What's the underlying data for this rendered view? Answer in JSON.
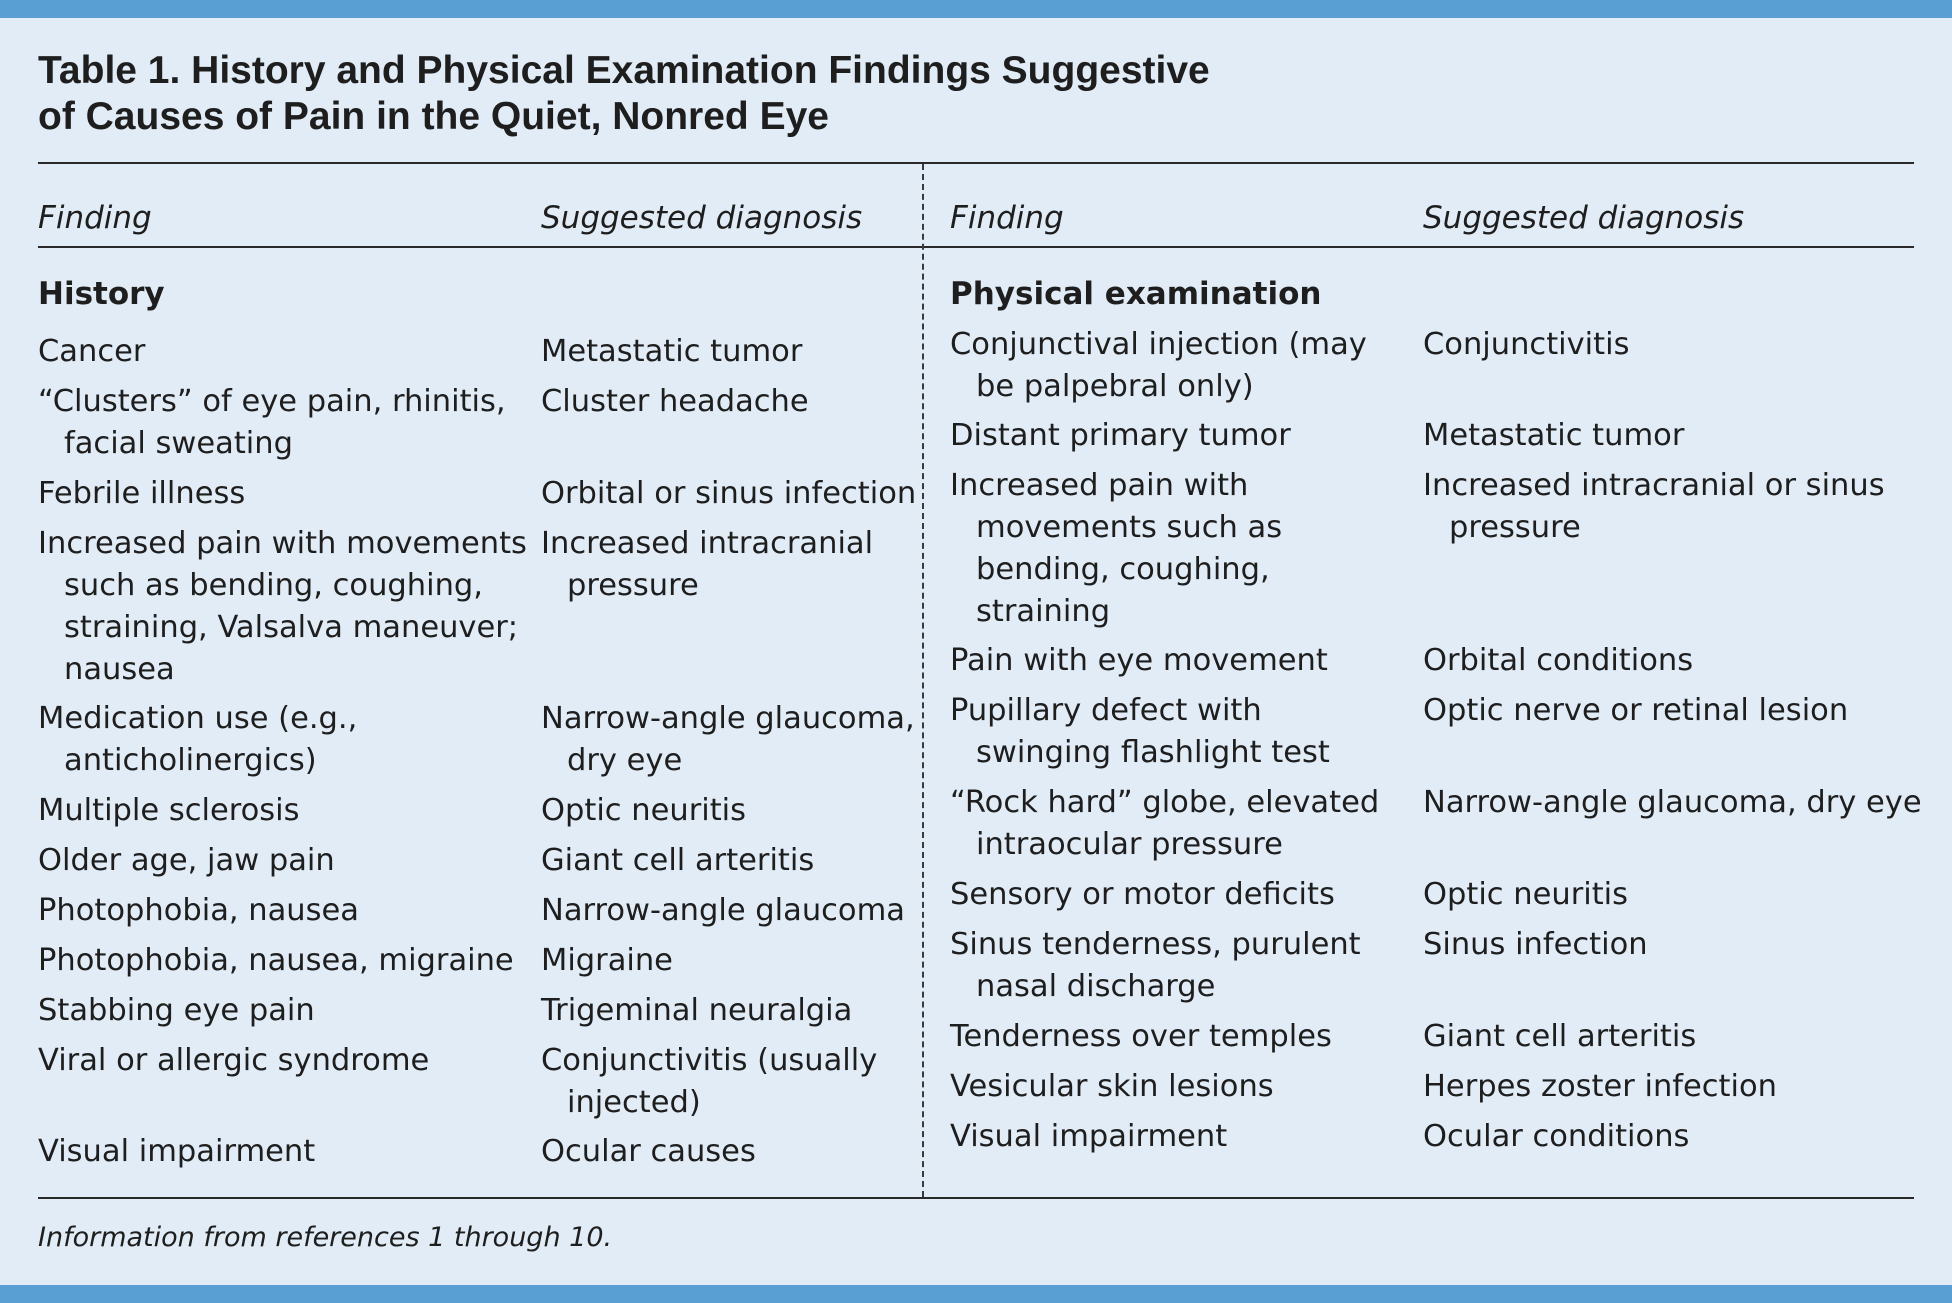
{
  "title": {
    "line1": "Table 1. History and Physical Examination Findings Suggestive",
    "line2": "of Causes of Pain in the Quiet, Nonred Eye"
  },
  "headers": {
    "finding": "Finding",
    "diagnosis": "Suggested diagnosis"
  },
  "history": {
    "section_title": "History",
    "rows": [
      {
        "finding": "Cancer",
        "diagnosis": "Metastatic tumor"
      },
      {
        "finding": "“Clusters” of eye pain, rhinitis, facial sweating",
        "diagnosis": "Cluster headache"
      },
      {
        "finding": "Febrile illness",
        "diagnosis": "Orbital or sinus infection"
      },
      {
        "finding": "Increased pain with movements such as bending, coughing, straining, Valsalva maneuver; nausea",
        "diagnosis": "Increased intracranial pressure"
      },
      {
        "finding": "Medication use (e.g., anticholinergics)",
        "diagnosis": "Narrow-angle glaucoma, dry eye"
      },
      {
        "finding": "Multiple sclerosis",
        "diagnosis": "Optic neuritis"
      },
      {
        "finding": "Older age, jaw pain",
        "diagnosis": "Giant cell arteritis"
      },
      {
        "finding": "Photophobia, nausea",
        "diagnosis": "Narrow-angle glaucoma"
      },
      {
        "finding": "Photophobia, nausea, migraine",
        "diagnosis": "Migraine"
      },
      {
        "finding": "Stabbing eye pain",
        "diagnosis": "Trigeminal neuralgia"
      },
      {
        "finding": "Viral or allergic syndrome",
        "diagnosis": "Conjunctivitis (usually injected)"
      },
      {
        "finding": "Visual impairment",
        "diagnosis": "Ocular causes"
      }
    ]
  },
  "physical": {
    "section_title": "Physical examination",
    "rows": [
      {
        "finding": "Conjunctival injection (may be palpebral only)",
        "diagnosis": "Conjunctivitis"
      },
      {
        "finding": "Distant primary tumor",
        "diagnosis": "Metastatic tumor"
      },
      {
        "finding": "Increased pain with movements such as bending, coughing, straining",
        "diagnosis": "Increased intracranial or sinus pressure"
      },
      {
        "finding": "Pain with eye movement",
        "diagnosis": "Orbital conditions"
      },
      {
        "finding": "Pupillary defect with swinging flashlight test",
        "diagnosis": "Optic nerve or retinal lesion"
      },
      {
        "finding": "“Rock hard” globe, elevated intraocular pressure",
        "diagnosis": "Narrow-angle glaucoma, dry eye"
      },
      {
        "finding": "Sensory or motor deficits",
        "diagnosis": "Optic neuritis"
      },
      {
        "finding": "Sinus tenderness, purulent nasal discharge",
        "diagnosis": "Sinus infection"
      },
      {
        "finding": "Tenderness over temples",
        "diagnosis": "Giant cell arteritis"
      },
      {
        "finding": "Vesicular skin lesions",
        "diagnosis": "Herpes zoster infection"
      },
      {
        "finding": "Visual impairment",
        "diagnosis": "Ocular conditions"
      }
    ]
  },
  "footnote": "Information from references 1 through 10."
}
